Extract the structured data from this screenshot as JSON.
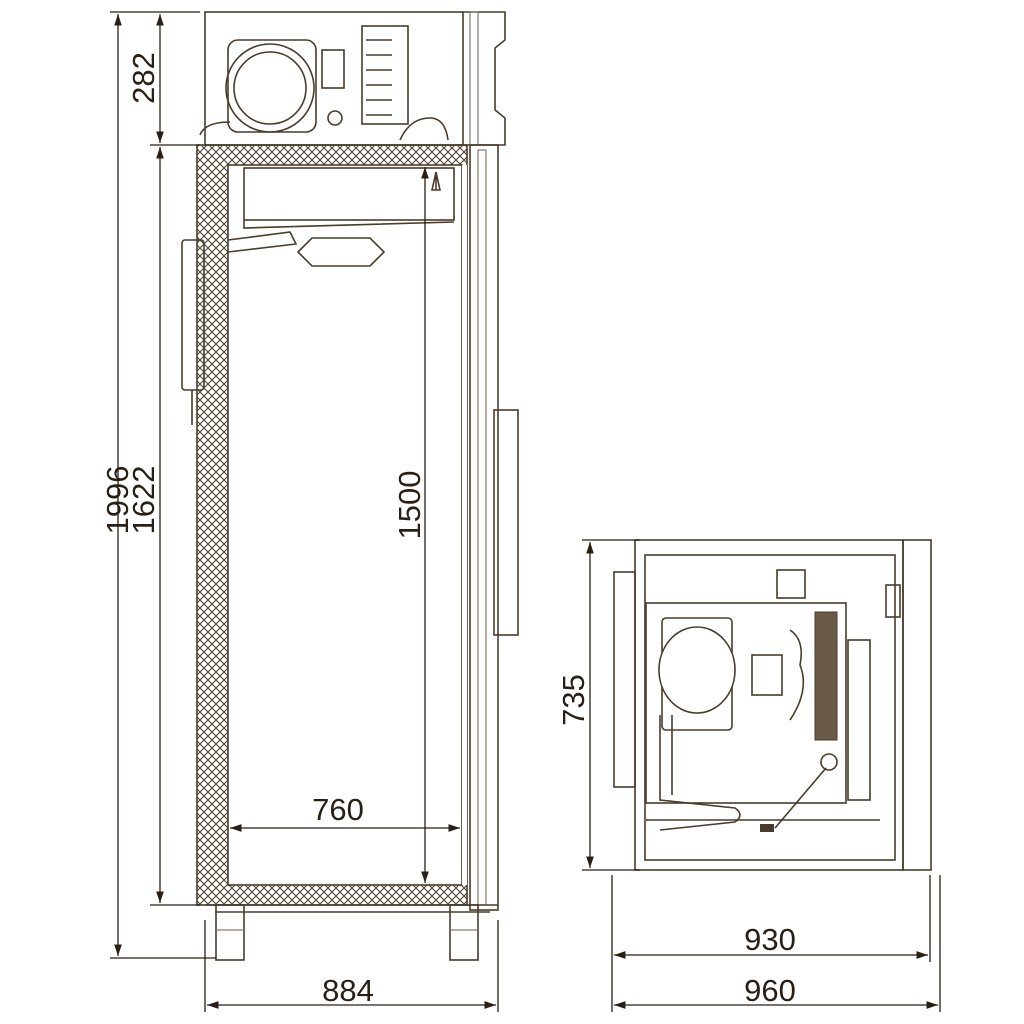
{
  "drawing": {
    "title": "Refrigerator cabinet dimensional drawing",
    "line_color": "#4a3b2a",
    "front_view": {
      "dimensions": {
        "overall_height": "1996",
        "top_unit_height": "282",
        "cabinet_height": "1622",
        "inner_height": "1500",
        "inner_width": "760",
        "overall_width": "884"
      }
    },
    "top_view": {
      "dimensions": {
        "depth": "735",
        "body_length": "930",
        "overall_length": "960"
      }
    }
  }
}
